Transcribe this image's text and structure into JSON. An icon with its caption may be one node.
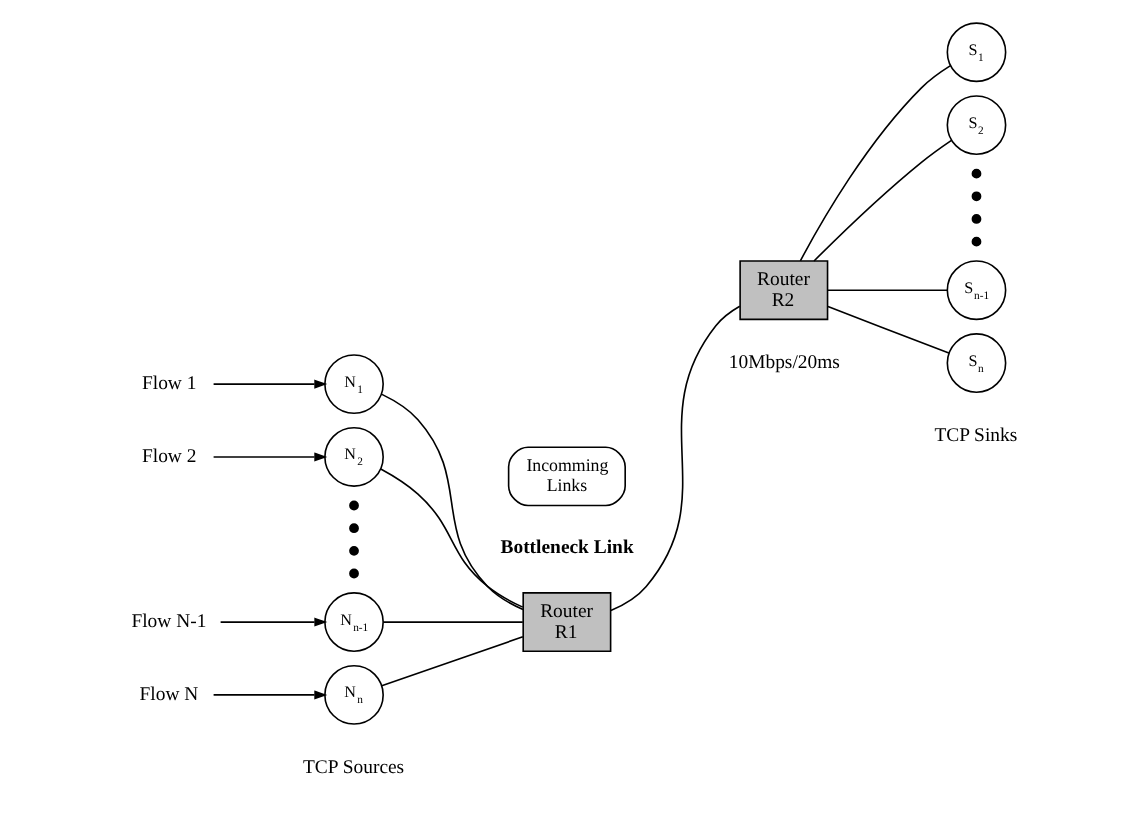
{
  "diagram": {
    "nodes": [
      {
        "text": [
          "Flow 1"
        ]
      },
      {
        "text": [
          "Flow 2"
        ]
      },
      {
        "text": [
          "Flow N-1"
        ]
      },
      {
        "text": [
          "Flow N"
        ]
      },
      {
        "text": [
          "N$_{1}$"
        ]
      },
      {
        "text": [
          "N$_{2}$"
        ]
      },
      {
        "text": [
          "N$_{n-1}$"
        ]
      },
      {
        "text": [
          "N$_{n}$"
        ]
      },
      {
        "text": [
          "Incomming Links"
        ]
      },
      {
        "text": [
          "Router R1"
        ]
      },
      {
        "text": [
          "Router R2"
        ]
      },
      {
        "text": [
          "S$_{1}$"
        ]
      },
      {
        "text": [
          "S$_{2}$"
        ]
      },
      {
        "text": [
          "S$_{n-1}$"
        ]
      },
      {
        "text": [
          "S$_{n}$"
        ]
      }
    ],
    "edges": [
      {
        "from": 0,
        "to": 4,
        "arrow": "to"
      },
      {
        "from": 1,
        "to": 5,
        "arrow": "to"
      },
      {
        "from": 2,
        "to": 6,
        "arrow": "to"
      },
      {
        "from": 3,
        "to": 7,
        "arrow": "to"
      },
      {
        "from": 4,
        "to": 9,
        "arrow": "none"
      },
      {
        "from": 5,
        "to": 9,
        "arrow": "none"
      },
      {
        "from": 6,
        "to": 9,
        "arrow": "none"
      },
      {
        "from": 7,
        "to": 9,
        "arrow": "none"
      },
      {
        "from": 9,
        "to": 10,
        "arrow": "none"
      },
      {
        "from": 10,
        "to": 11,
        "arrow": "none"
      },
      {
        "from": 10,
        "to": 12,
        "arrow": "none"
      },
      {
        "from": 10,
        "to": 13,
        "arrow": "none"
      },
      {
        "from": 10,
        "to": 14,
        "arrow": "none"
      }
    ],
    "labels": [
      "Bottleneck Link",
      "10Mbps/20ms",
      "TCP Sources",
      "TCP Sinks"
    ]
  }
}
